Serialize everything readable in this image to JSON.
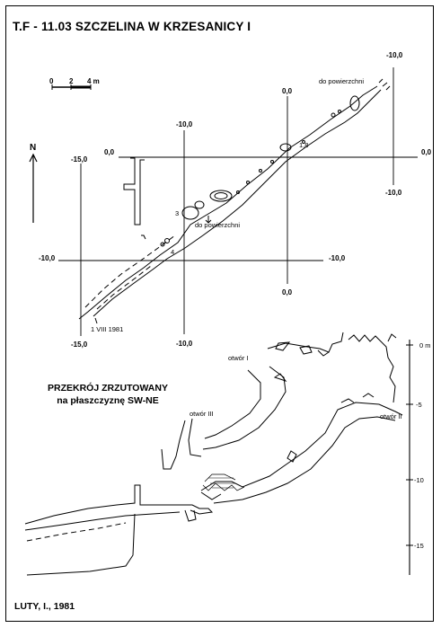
{
  "title": "T.F - 11.03   SZCZELINA W KRZESANICY I",
  "scale_bar": {
    "labels": [
      "0",
      "2",
      "4 m"
    ]
  },
  "north_label": "N",
  "plan_grid": {
    "top_labels": [
      "-10,0",
      "0,0",
      "-10,0"
    ],
    "row_labels": [
      "0,0",
      "0,0",
      "-15,0",
      "-10,0"
    ],
    "mid_labels": [
      "-10,0",
      "-10,0"
    ],
    "bottom_labels": [
      "-15,0",
      "-10,0",
      "0,0",
      "-10,0"
    ]
  },
  "plan_annotations": {
    "entrance_surface_top": "do powierzchni",
    "entrance_surface_mid": "do powierzchni",
    "point_1_8": "1,8",
    "point_3": "3",
    "point_4": "4",
    "survey_date": "1 VIII 1981"
  },
  "section": {
    "title_line1": "PRZEKRÓJ  ZRZUTOWANY",
    "title_line2": "na płaszczyznę SW-NE",
    "openings": [
      "otwór I",
      "otwór II",
      "otwór III"
    ],
    "depth_labels": [
      "0 m",
      "-5",
      "-10",
      "-15"
    ]
  },
  "footer": "LUTY, I., 1981"
}
